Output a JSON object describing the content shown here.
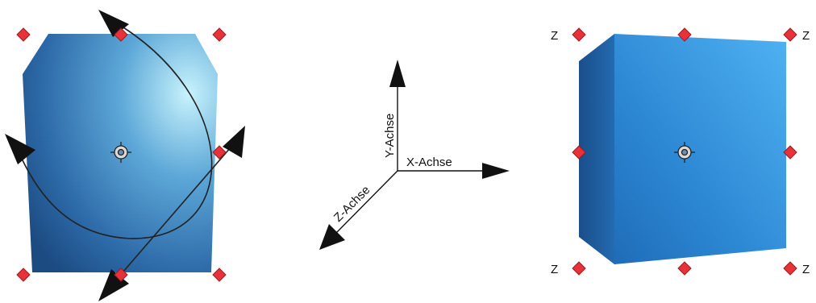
{
  "axes": {
    "x_label": "X-Achse",
    "y_label": "Y-Achse",
    "z_label": "Z-Achse"
  },
  "handle_label": "Z",
  "colors": {
    "handle_fill": "#e8323a",
    "handle_stroke": "#9b1c22",
    "cube_light": "#bfeefb",
    "cube_mid": "#3f86c4",
    "cube_dark": "#1d4f87",
    "cube_right_light": "#48a9ee",
    "cube_right_dark": "#1e67b0",
    "curve": "#222222"
  },
  "icons": {
    "rotation_pivot": "crosshair-circle-icon",
    "handle": "diamond-handle-icon",
    "arrowhead": "triangle-arrowhead-icon"
  }
}
